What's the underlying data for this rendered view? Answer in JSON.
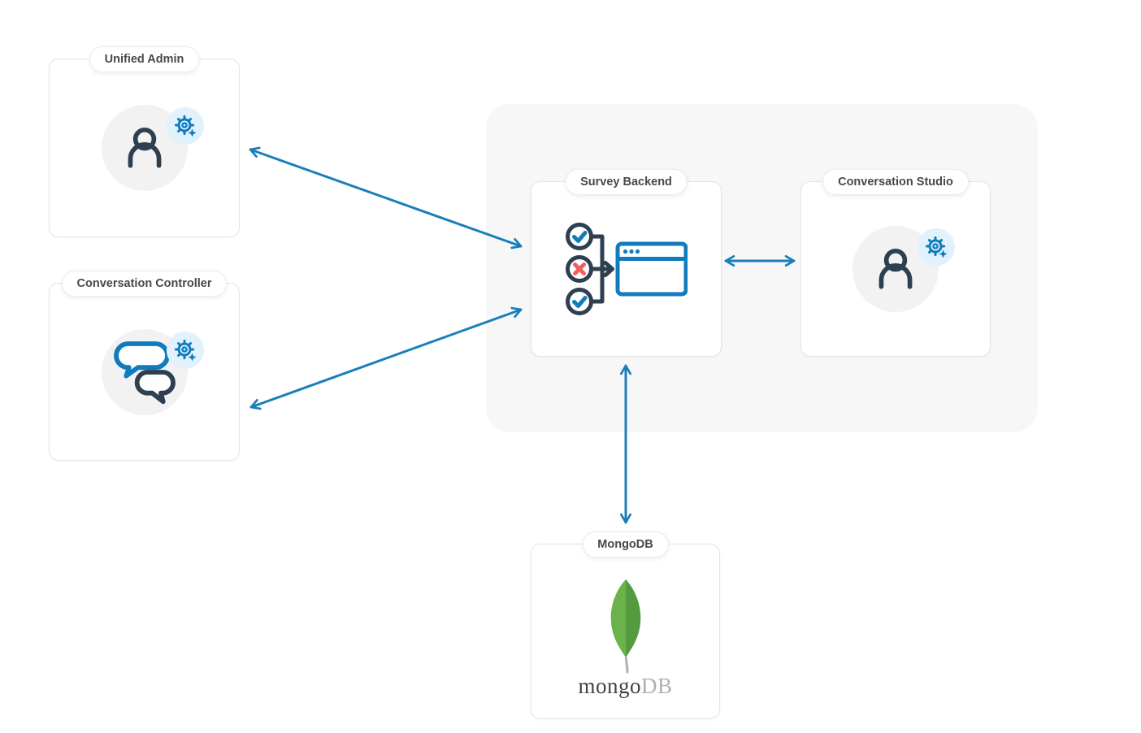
{
  "nodes": {
    "unified_admin": {
      "label": "Unified Admin",
      "icon": "user-gear-icon"
    },
    "conversation_controller": {
      "label": "Conversation Controller",
      "icon": "chat-bubbles-gear-icon"
    },
    "survey_backend": {
      "label": "Survey Backend",
      "icon": "survey-flow-browser-icon"
    },
    "conversation_studio": {
      "label": "Conversation Studio",
      "icon": "user-gear-icon"
    },
    "mongodb": {
      "label": "MongoDB",
      "icon": "mongodb-leaf-icon",
      "logo_primary": "mongo",
      "logo_secondary": "DB"
    }
  },
  "edges": [
    {
      "from": "unified_admin",
      "to": "survey_backend",
      "bidirectional": true
    },
    {
      "from": "conversation_controller",
      "to": "survey_backend",
      "bidirectional": true
    },
    {
      "from": "survey_backend",
      "to": "conversation_studio",
      "bidirectional": true
    },
    {
      "from": "survey_backend",
      "to": "mongodb",
      "bidirectional": true
    }
  ],
  "colors": {
    "arrow_blue": "#1b7eb9",
    "icon_blue": "#107cbe",
    "icon_navy": "#2e3f50",
    "error_red": "#f05f5e",
    "badge_bg": "#e1f2fd",
    "icon_circle_bg": "#f2f2f2",
    "zone_bg": "#f7f7f7",
    "card_border": "#e4e4e4",
    "label_text": "#484848",
    "leaf_green_light": "#6cb24b",
    "leaf_green_dark": "#549b3f",
    "leaf_stem_gray": "#b8b5b0",
    "logo_text_dark": "#463f3d",
    "logo_text_light": "#b2b0ad"
  }
}
